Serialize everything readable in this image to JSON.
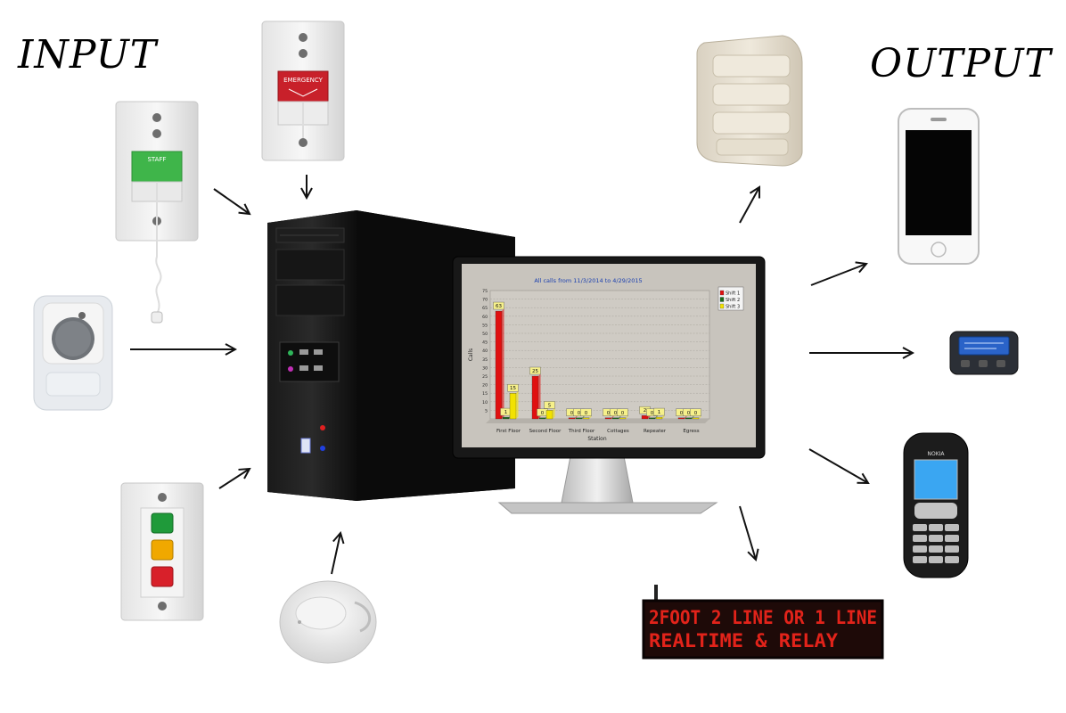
{
  "headings": {
    "input": "INPUT",
    "output": "OUTPUT"
  },
  "devices": {
    "emergency_station_label": "EMERGENCY",
    "staff_station_label": "STAFF",
    "phone_brand": "NOKIA",
    "led_sign_line1": "2FOOT 2 LINE OR 1 LINE",
    "led_sign_line2": "REALTIME & RELAY"
  },
  "icons": [
    "pull-cord-station-icon",
    "emergency-pull-station-icon",
    "pendant-button-icon",
    "three-light-panel-icon",
    "smoke-detector-icon",
    "pc-tower-icon",
    "monitor-icon",
    "motion-sensor-icon",
    "smartphone-icon",
    "pager-icon",
    "cell-phone-icon",
    "led-sign-icon"
  ],
  "chart_data": {
    "type": "bar",
    "title": "All calls from 11/3/2014 to 4/29/2015",
    "xlabel": "Station",
    "ylabel": "Calls",
    "ylim": [
      0,
      75
    ],
    "yticks": [
      5,
      10,
      15,
      20,
      25,
      30,
      35,
      40,
      45,
      50,
      55,
      60,
      65,
      70,
      75
    ],
    "categories": [
      "First Floor",
      "Second Floor",
      "Third Floor",
      "Cottages",
      "Repeater",
      "Egress"
    ],
    "series": [
      {
        "name": "Shift 1",
        "color": "#e01010",
        "values": [
          63,
          25,
          0,
          0,
          2,
          0
        ]
      },
      {
        "name": "Shift 2",
        "color": "#1a6b1a",
        "values": [
          1,
          0,
          0,
          0,
          0,
          0
        ]
      },
      {
        "name": "Shift 3",
        "color": "#f2e200",
        "values": [
          15,
          5,
          0,
          0,
          1,
          0
        ]
      }
    ],
    "legend": "top-right",
    "grid": true
  }
}
